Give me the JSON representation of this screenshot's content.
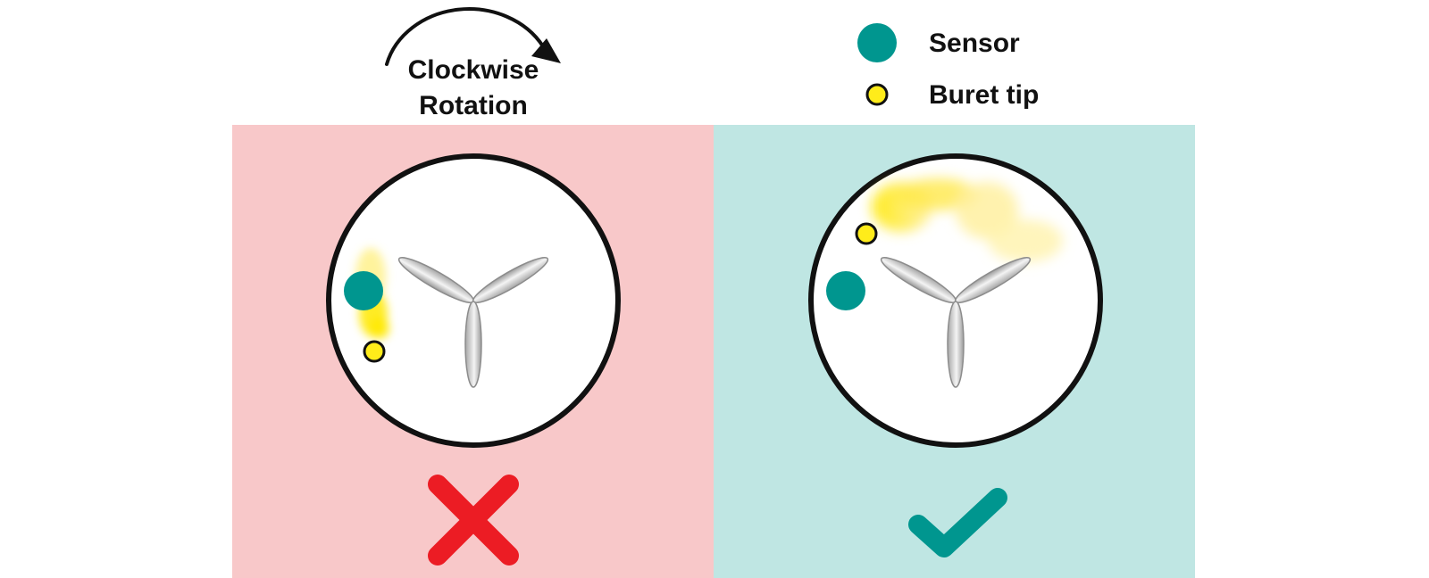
{
  "rotation_label": {
    "line1": "Clockwise",
    "line2": "Rotation"
  },
  "legend": {
    "sensor_label": "Sensor",
    "buret_label": "Buret tip"
  },
  "colors": {
    "wrong_panel_bg": "#f8c8c9",
    "correct_panel_bg": "#bfe6e3",
    "sensor": "#00968f",
    "buret_tip": "#ffec1a",
    "titrant_plume": "#ffe94a",
    "wrong_mark": "#ec1c24",
    "correct_mark": "#00968f",
    "stirrer": "#d8d8d8",
    "outline": "#111111"
  },
  "panels": [
    {
      "id": "wrong",
      "verdict": "incorrect",
      "mark_icon": "x-mark-icon"
    },
    {
      "id": "correct",
      "verdict": "correct",
      "mark_icon": "check-mark-icon"
    }
  ]
}
